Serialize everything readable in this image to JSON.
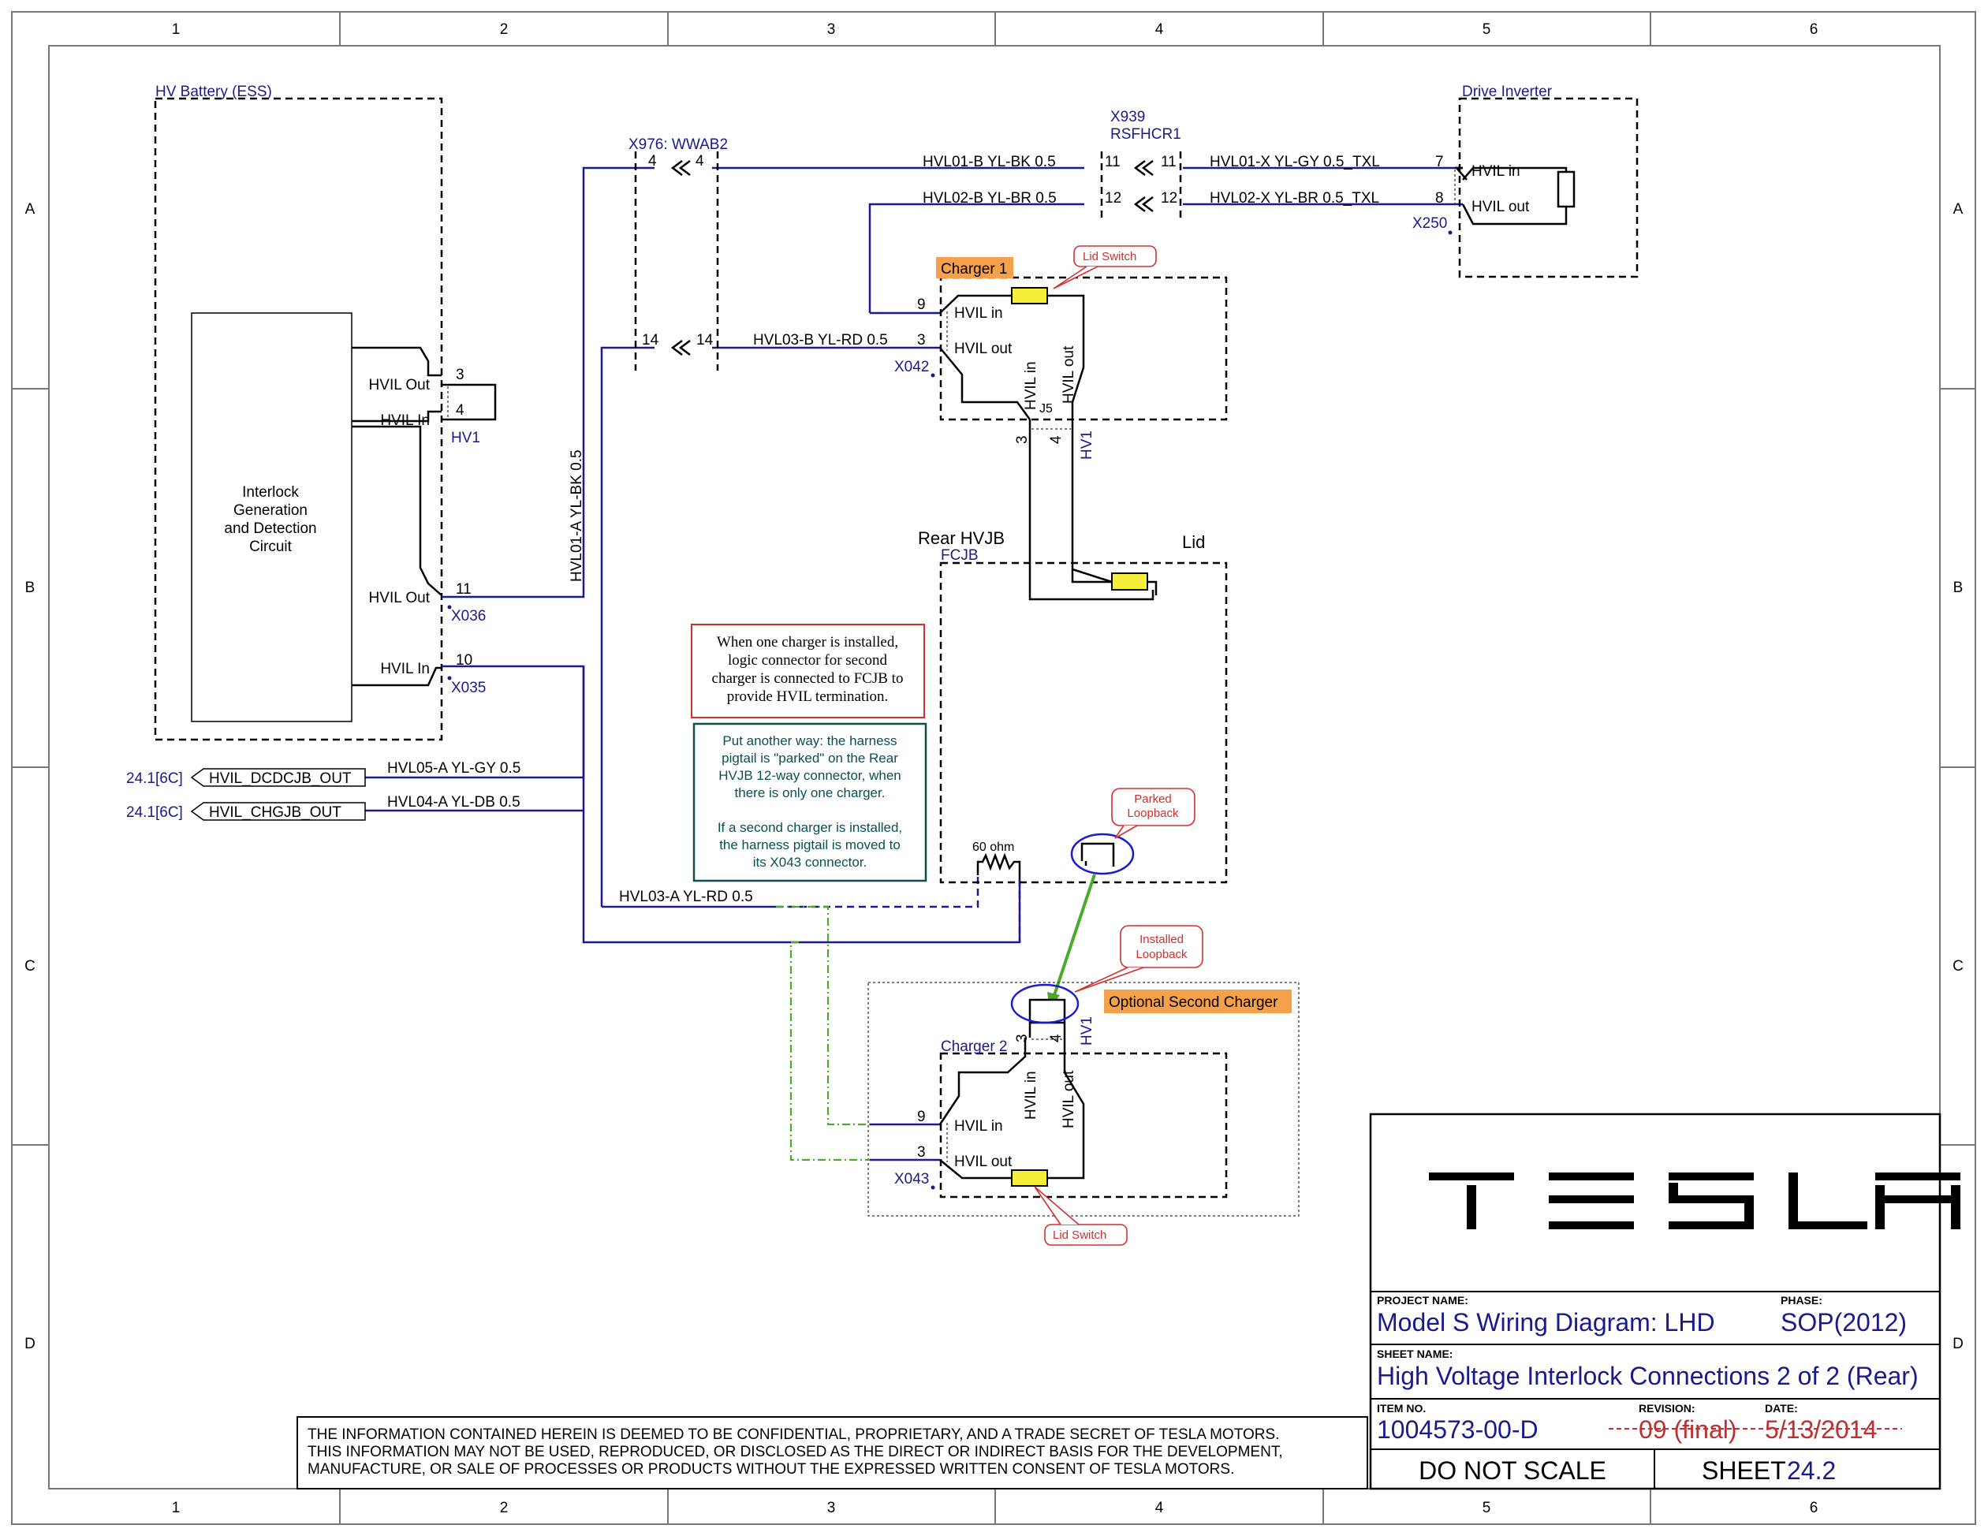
{
  "frame": {
    "columns": [
      "1",
      "2",
      "3",
      "4",
      "5",
      "6"
    ],
    "rows": [
      "A",
      "B",
      "C",
      "D"
    ]
  },
  "hv_battery": {
    "title": "HV Battery (ESS)",
    "circuit_label": [
      "Interlock",
      "Generation",
      "and Detection",
      "Circuit"
    ],
    "pins": {
      "hvil_out_top": "HVIL Out",
      "hvil_in_top": "HVIL In",
      "hvil_out_bottom": "HVIL Out",
      "hvil_in_bottom": "HVIL In",
      "pin3": "3",
      "pin4": "4",
      "pin11": "11",
      "pin10": "10"
    },
    "connectors": {
      "hv1": "HV1",
      "x036": "X036",
      "x035": "X035"
    }
  },
  "x976": {
    "label": "X976: WWAB2",
    "pin_a_left": "4",
    "pin_a_right": "4",
    "pin_b_left": "14",
    "pin_b_right": "14"
  },
  "x939": {
    "label_1": "X939",
    "label_2": "RSFHCR1",
    "pin11_left": "11",
    "pin11_right": "11",
    "pin12_left": "12",
    "pin12_right": "12"
  },
  "drive_inverter": {
    "title": "Drive Inverter",
    "hvil_in": "HVIL in",
    "hvil_out": "HVIL out",
    "pin7": "7",
    "pin8": "8",
    "connector": "X250"
  },
  "wires": {
    "hvl01_b": "HVL01-B YL-BK 0.5",
    "hvl02_b": "HVL02-B YL-BR 0.5",
    "hvl01_x": "HVL01-X YL-GY 0.5_TXL",
    "hvl02_x": "HVL02-X YL-BR 0.5_TXL",
    "hvl03_b": "HVL03-B YL-RD 0.5",
    "hvl01_a": "HVL01-A YL-BK 0.5",
    "hvl05_a": "HVL05-A YL-GY 0.5",
    "hvl04_a": "HVL04-A YL-DB 0.5",
    "hvl03_a": "HVL03-A YL-RD 0.5"
  },
  "offsheet": [
    {
      "ref": "24.1[6C]",
      "label": "HVIL_DCDCJB_OUT"
    },
    {
      "ref": "24.1[6C]",
      "label": "HVIL_CHGJB_OUT"
    }
  ],
  "charger1": {
    "title": "Charger 1",
    "lid_switch": "Lid Switch",
    "hvil_in": "HVIL in",
    "hvil_out": "HVIL out",
    "pin9": "9",
    "pin3": "3",
    "connector": "X042",
    "v_hvil_in": "HVIL in",
    "v_hvil_out": "HVIL out",
    "j5": "J5",
    "pin3b": "3",
    "pin4b": "4",
    "hv1": "HV1"
  },
  "rear_hvjb": {
    "title": "Rear HVJB",
    "subtitle": "FCJB",
    "lid": "Lid",
    "resistor": "60 ohm",
    "parked": [
      "Parked",
      "Loopback"
    ]
  },
  "notes": {
    "red_box": [
      "When one charger is installed,",
      "logic connector for second",
      "charger is connected to FCJB to",
      "provide HVIL termination."
    ],
    "teal_box": [
      "Put another way: the harness",
      "pigtail is \"parked\" on the Rear",
      "HVJB 12-way connector, when",
      "there is only one charger.",
      "",
      "If a second charger is installed,",
      "the harness pigtail is moved to",
      "its X043 connector."
    ]
  },
  "charger2": {
    "optional": "Optional Second Charger",
    "title": "Charger 2",
    "installed": [
      "Installed",
      "Loopback"
    ],
    "hvil_in": "HVIL in",
    "hvil_out": "HVIL out",
    "pin9": "9",
    "pin3": "3",
    "connector": "X043",
    "v_hvil_in": "HVIL in",
    "v_hvil_out": "HVIL out",
    "pin3b": "3",
    "pin4b": "4",
    "hv1": "HV1",
    "lid_switch": "Lid Switch"
  },
  "title_block": {
    "logo": "TESLA",
    "project_label": "PROJECT NAME:",
    "project": "Model S Wiring Diagram: LHD",
    "phase_label": "PHASE:",
    "phase": "SOP(2012)",
    "sheet_name_label": "SHEET NAME:",
    "sheet_name": "High Voltage Interlock Connections 2 of 2 (Rear)",
    "item_label": "ITEM NO.",
    "item": "1004573-00-D",
    "revision_label": "REVISION:",
    "revision": "09 (final)",
    "date_label": "DATE:",
    "date": "5/13/2014",
    "do_not_scale": "DO NOT SCALE",
    "sheet_label": "SHEET",
    "sheet_no": "24.2"
  },
  "confidential": [
    "THE INFORMATION CONTAINED HEREIN IS DEEMED TO BE CONFIDENTIAL, PROPRIETARY, AND A TRADE SECRET OF TESLA MOTORS.",
    "THIS INFORMATION MAY NOT BE USED, REPRODUCED, OR DISCLOSED AS THE DIRECT OR INDIRECT BASIS FOR THE DEVELOPMENT,",
    "MANUFACTURE, OR SALE OF PROCESSES OR PRODUCTS WITHOUT THE EXPRESSED WRITTEN CONSENT OF TESLA MOTORS."
  ],
  "colors": {
    "wire_blue": "#1a1a8c",
    "note_red": "#d03030",
    "note_teal": "#0d4f4f",
    "charger_orange": "#f5a04a",
    "switch_yellow": "#f5ee3a",
    "loop_green": "#4caa2a"
  }
}
